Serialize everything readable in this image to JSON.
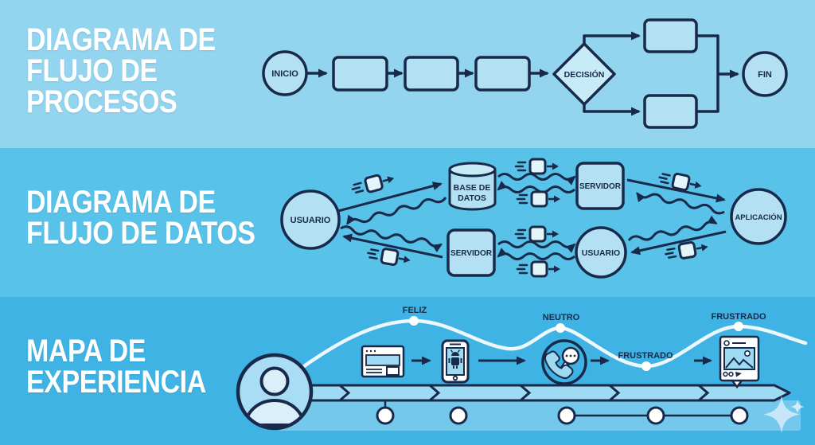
{
  "colors": {
    "bg_top": "#93d4ee",
    "bg_middle": "#58c2e9",
    "bg_bottom": "#3fb3e3",
    "ink": "#18294a",
    "shape_fill": "#b3e1f3",
    "curve": "#ffffff"
  },
  "process": {
    "title_lines": [
      "DIAGRAMA DE",
      "FLUJO DE",
      "PROCESOS"
    ],
    "start_label": "INICIO",
    "decision_label": "DECISIÓN",
    "end_label": "FIN"
  },
  "dataflow": {
    "title_lines": [
      "DIAGRAMA DE",
      "FLUJO DE DATOS"
    ],
    "user_left_label": "USUARIO",
    "database_label_line1": "BASE DE",
    "database_label_line2": "DATOS",
    "server_bottom_label": "SERVIDOR",
    "server_top_label": "SERVIDOR",
    "user_right_label": "USUARIO",
    "application_label": "APLICACIÓN"
  },
  "experience": {
    "title_lines": [
      "MAPA DE",
      "EXPERIENCIA"
    ],
    "point_labels": {
      "happy": "FELIZ",
      "neutral": "NEUTRO",
      "frustrated_mid": "FRUSTRADO",
      "frustrated_right": "FRUSTRADO"
    }
  }
}
